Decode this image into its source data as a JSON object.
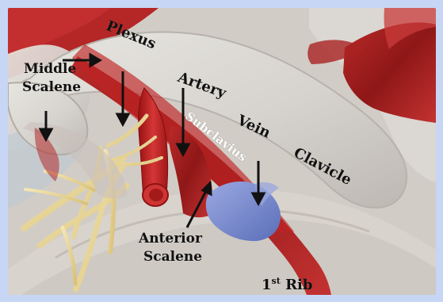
{
  "labels": {
    "plexus": "Plexus",
    "middle": "Middle",
    "scalene_middle": "Scalene",
    "artery": "Artery",
    "subclavius": "Subclavius",
    "vein": "Vein",
    "clavicle": "Clavicle",
    "anterior": "Anterior",
    "scalene_anterior": "Scalene",
    "rib_number": "1",
    "rib_suffix": "st",
    "rib_word": "Rib"
  },
  "colors": {
    "background": "#c7d6f4",
    "bone": "#d8d5cf",
    "muscle": "#a51f1f",
    "artery": "#c61e1e",
    "nerve": "#ead79b",
    "vein": "#7f8fcf"
  }
}
